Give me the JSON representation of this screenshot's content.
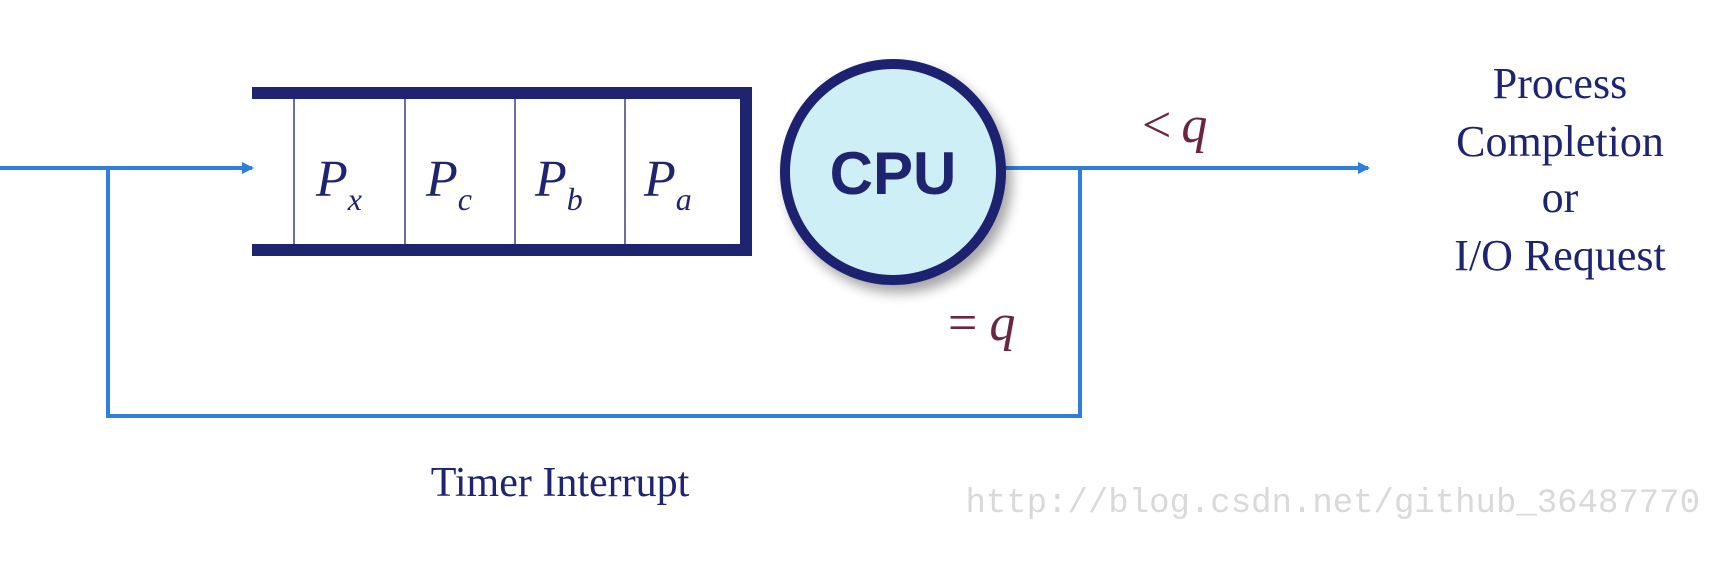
{
  "queue": {
    "slots": [
      {
        "letter": "P",
        "sub": "x"
      },
      {
        "letter": "P",
        "sub": "c"
      },
      {
        "letter": "P",
        "sub": "b"
      },
      {
        "letter": "P",
        "sub": "a"
      }
    ]
  },
  "cpu": {
    "label": "CPU"
  },
  "conditions": {
    "less_than_symbol": "<",
    "equal_symbol": "=",
    "quantum": "q"
  },
  "output": {
    "lines": [
      "Process",
      "Completion",
      "or",
      "I/O Request"
    ]
  },
  "feedback": {
    "label": "Timer Interrupt"
  },
  "watermark": "http://blog.csdn.net/github_36487770",
  "colors": {
    "flow_line": "#2e7fd9",
    "queue_border": "#1f2470",
    "cpu_fill": "#cfeff6",
    "cpu_border": "#1f2470",
    "text_dark": "#1f2470",
    "condition_text": "#6b2540",
    "watermark": "#d9d9d9"
  }
}
